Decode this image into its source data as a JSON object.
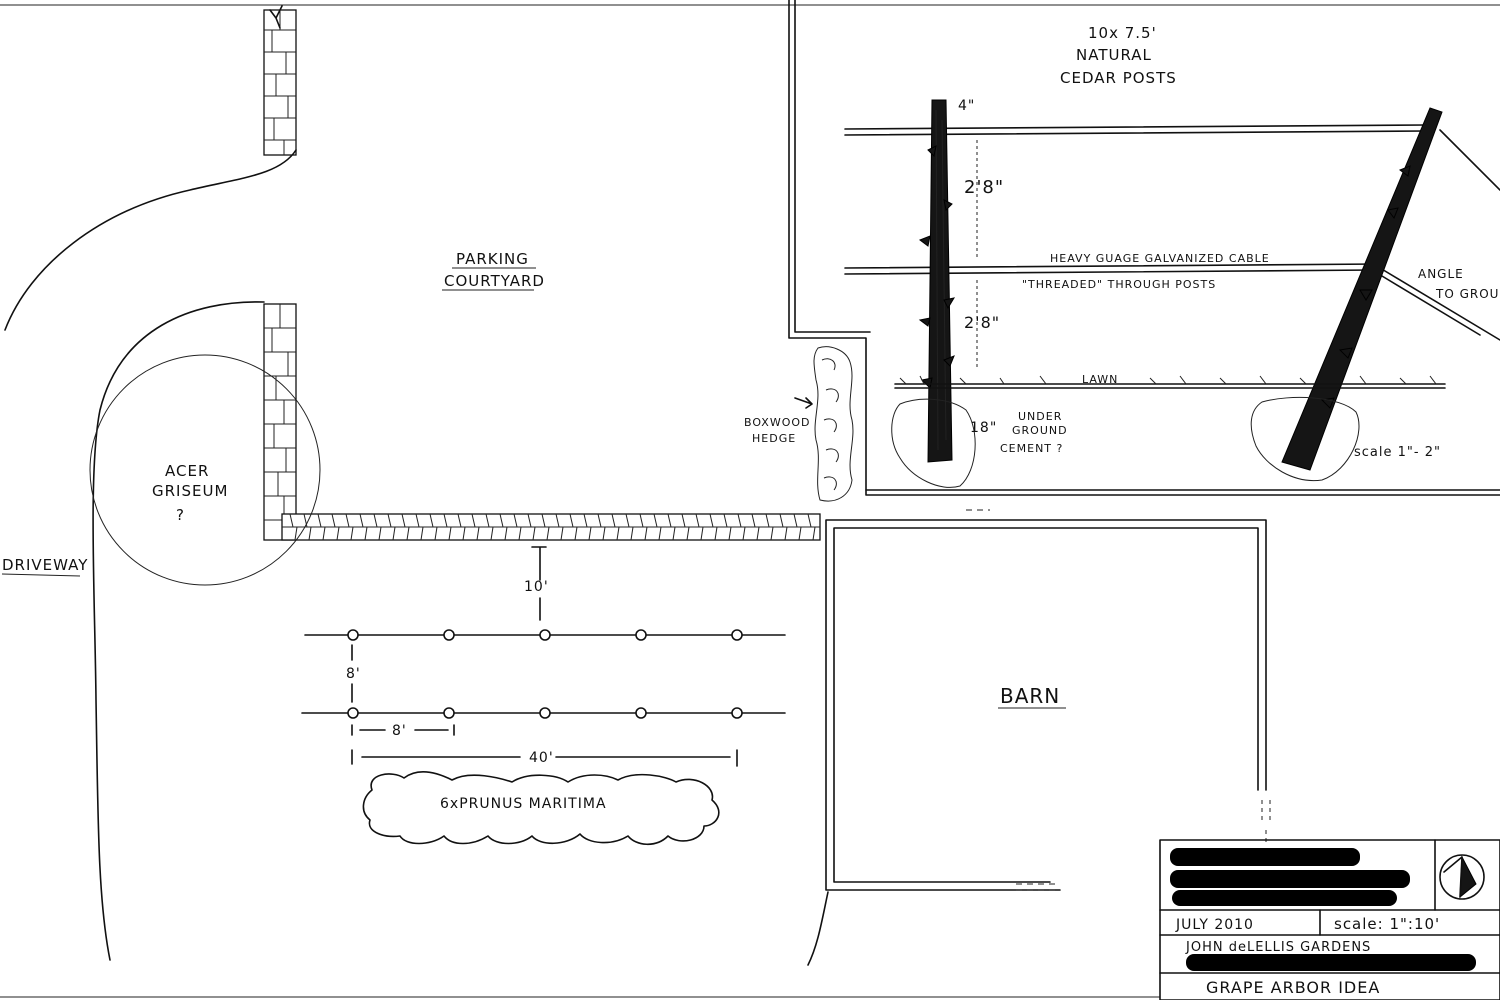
{
  "labels": {
    "parking_line1": "PARKING",
    "parking_line2": "COURTYARD",
    "driveway": "DRIVEWAY",
    "acer_line1": "ACER",
    "acer_line2": "GRISEUM",
    "acer_q": "?",
    "boxwood_line1": "BOXWOOD",
    "boxwood_line2": "HEDGE",
    "barn": "BARN",
    "prunus": "6xPRUNUS MARITIMA"
  },
  "dimensions": {
    "row_gap_from_wall": "10'",
    "row_spacing": "8'",
    "post_spacing": "8'",
    "row_length": "40'"
  },
  "arbor_detail": {
    "header_line1": "10x 7.5'",
    "header_line2": "NATURAL",
    "header_line3": "CEDAR POSTS",
    "post_width": "4\"",
    "upper_spacing": "2'8\"",
    "lower_spacing": "2'8\"",
    "cable_label": "HEAVY GUAGE GALVANIZED CABLE",
    "threaded_label": "\"THREADED\" THROUGH POSTS",
    "angle_line1": "ANGLE",
    "angle_line2": "TO GROUND",
    "lawn": "LAWN",
    "depth": "18\"",
    "cement_line1": "UNDER",
    "cement_line2": "GROUND",
    "cement_line3": "CEMENT ?",
    "scale": "scale 1\"- 2\""
  },
  "title_block": {
    "date": "JULY 2010",
    "scale": "scale: 1\":10'",
    "company": "JOHN deLELLIS GARDENS",
    "title": "GRAPE ARBOR IDEA"
  },
  "posts": {
    "count_per_row": 5,
    "rows": 2
  }
}
